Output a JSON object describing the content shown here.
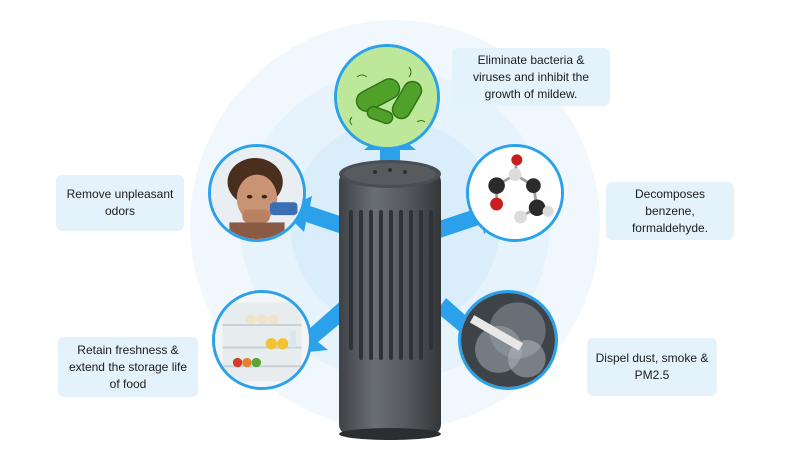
{
  "features": [
    {
      "id": "bacteria",
      "text": "Eliminate bacteria & viruses and inhibit the growth of mildew.",
      "icon": "bacteria-icon"
    },
    {
      "id": "odors",
      "text": "Remove unpleasant odors",
      "icon": "child-smelling-icon"
    },
    {
      "id": "benzene",
      "text": "Decomposes benzene, formaldehyde.",
      "icon": "molecule-icon"
    },
    {
      "id": "freshness",
      "text": "Retain freshness & extend the storage life of food",
      "icon": "refrigerator-icon"
    },
    {
      "id": "dust",
      "text": "Dispel dust, smoke & PM2.5",
      "icon": "smoke-icon"
    }
  ],
  "colors": {
    "accent": "#2aa1ea",
    "box": "#e4f2fc",
    "device": "#5a5e63"
  }
}
